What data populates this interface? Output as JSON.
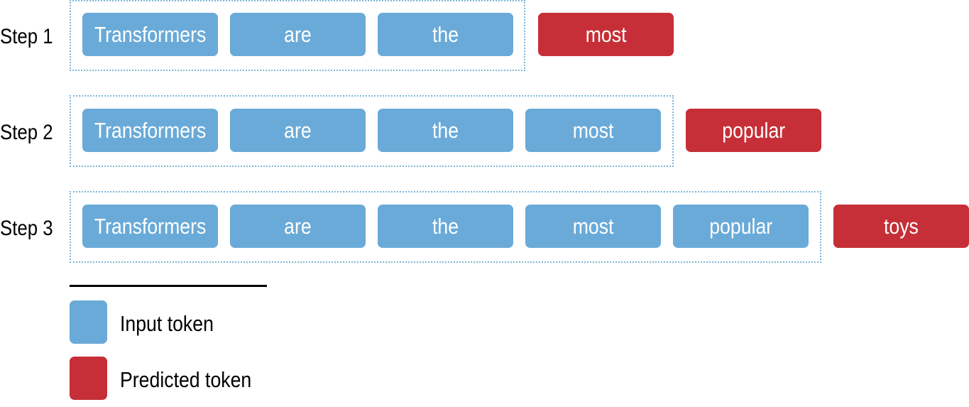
{
  "colors": {
    "input_token": "#6aaad8",
    "predicted_token": "#c62f37",
    "context_border": "#7fb6d8"
  },
  "steps": [
    {
      "label": "Step 1",
      "inputs": [
        "Transformers",
        "are",
        "the"
      ],
      "predicted": "most"
    },
    {
      "label": "Step 2",
      "inputs": [
        "Transformers",
        "are",
        "the",
        "most"
      ],
      "predicted": "popular"
    },
    {
      "label": "Step 3",
      "inputs": [
        "Transformers",
        "are",
        "the",
        "most",
        "popular"
      ],
      "predicted": "toys"
    }
  ],
  "legend": {
    "input_label": "Input token",
    "predicted_label": "Predicted token"
  }
}
